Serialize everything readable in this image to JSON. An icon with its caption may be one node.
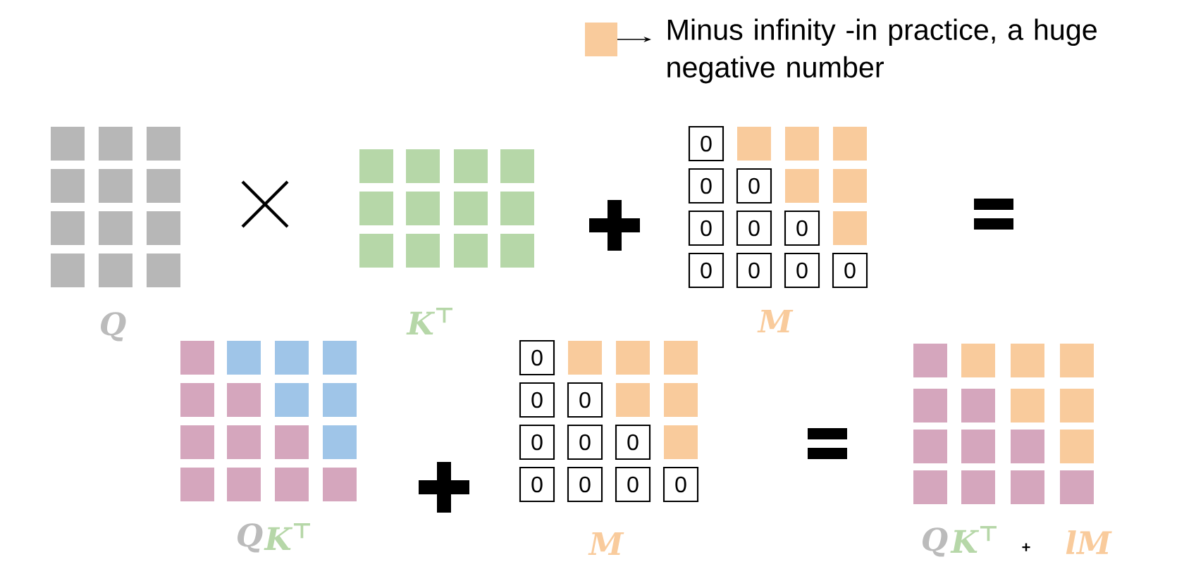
{
  "diagram": {
    "labels": [
      "0",
      "0",
      "0",
      "0",
      "0",
      "0",
      "0",
      "0",
      "0",
      "0",
      "Q",
      "K$^{⊤}$",
      "M",
      "0",
      "0",
      "0",
      "0",
      "0",
      "0",
      "0",
      "0",
      "0",
      "0",
      "Q",
      "K$^{⊤}$",
      "M",
      "Q",
      "K$^{⊤}$",
      "+",
      "lM"
    ],
    "legend": [
      {
        "text": "Minus infinity -in practice, a huge negative number",
        "color": "#f9cb9c"
      }
    ]
  }
}
